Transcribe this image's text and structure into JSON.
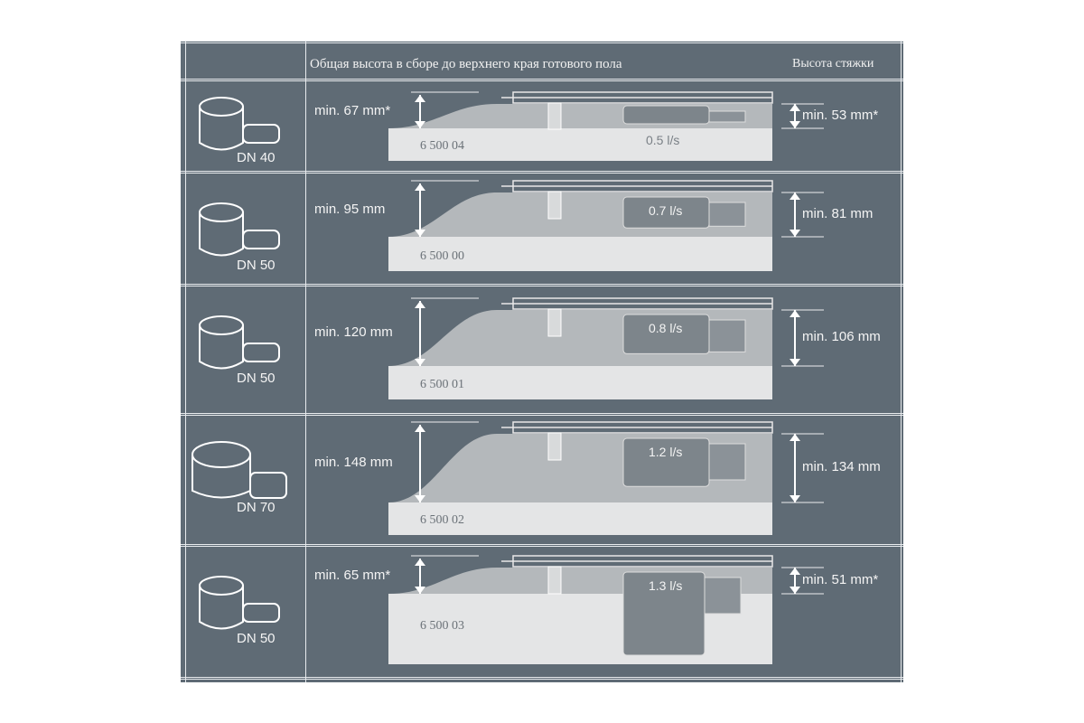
{
  "header": {
    "total_height": "Общая высота в сборе до верхнего края готового пола",
    "screed_height": "Высота стяжки"
  },
  "rows": [
    {
      "dn": "DN 40",
      "total": "min. 67 mm*",
      "code": "6 500 04",
      "flow": "0.5 l/s",
      "screed": "min. 53 mm*"
    },
    {
      "dn": "DN 50",
      "total": "min. 95 mm",
      "code": "6 500 00",
      "flow": "0.7 l/s",
      "screed": "min. 81 mm"
    },
    {
      "dn": "DN 50",
      "total": "min. 120 mm",
      "code": "6 500 01",
      "flow": "0.8 l/s",
      "screed": "min. 106 mm"
    },
    {
      "dn": "DN 70",
      "total": "min. 148 mm",
      "code": "6 500 02",
      "flow": "1.2 l/s",
      "screed": "min. 134 mm"
    },
    {
      "dn": "DN 50",
      "total": "min. 65 mm*",
      "code": "6 500 03",
      "flow": "1.3 l/s",
      "screed": "min. 51 mm*"
    }
  ],
  "colors": {
    "background": "#5f6b75",
    "slab": "#e4e5e6",
    "screed": "#b4b8bb",
    "drain": "#7d858b"
  }
}
